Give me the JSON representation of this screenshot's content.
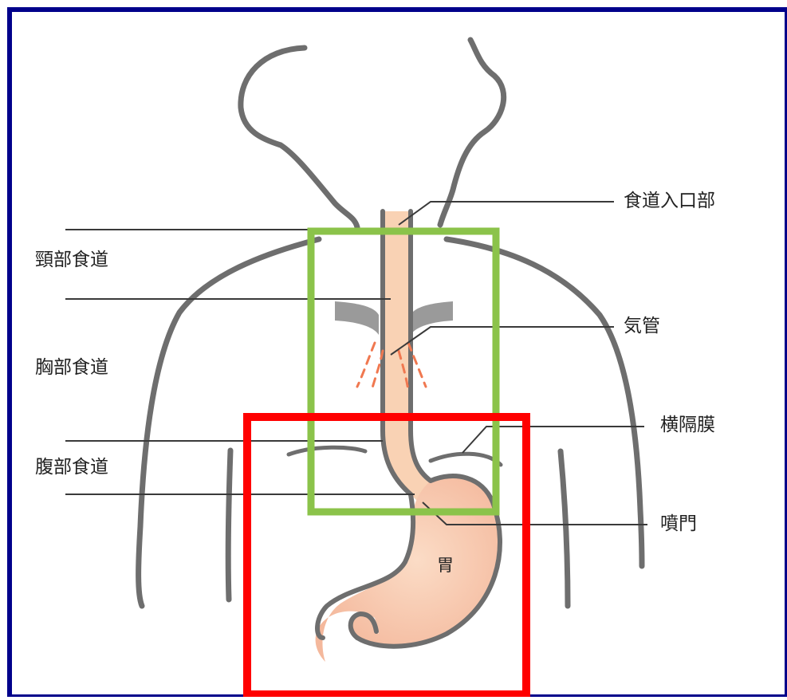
{
  "labels": {
    "left": {
      "cervical": "頸部食道",
      "thoracic": "胸部食道",
      "abdominal": "腹部食道"
    },
    "right": {
      "entrance": "食道入口部",
      "trachea": "気管",
      "diaphragm": "横隔膜",
      "cardia": "噴門"
    },
    "stomach": "胃"
  },
  "colors": {
    "frame": "#00008b",
    "outline": "#6e6e6e",
    "esophagus_fill": "#f9d2b4",
    "stomach_fill": "#f7c4a8",
    "green_box": "#8bc34a",
    "red_box": "#ff0000",
    "dashes": "#f07850",
    "leader_lines": "#3a3a3a"
  }
}
